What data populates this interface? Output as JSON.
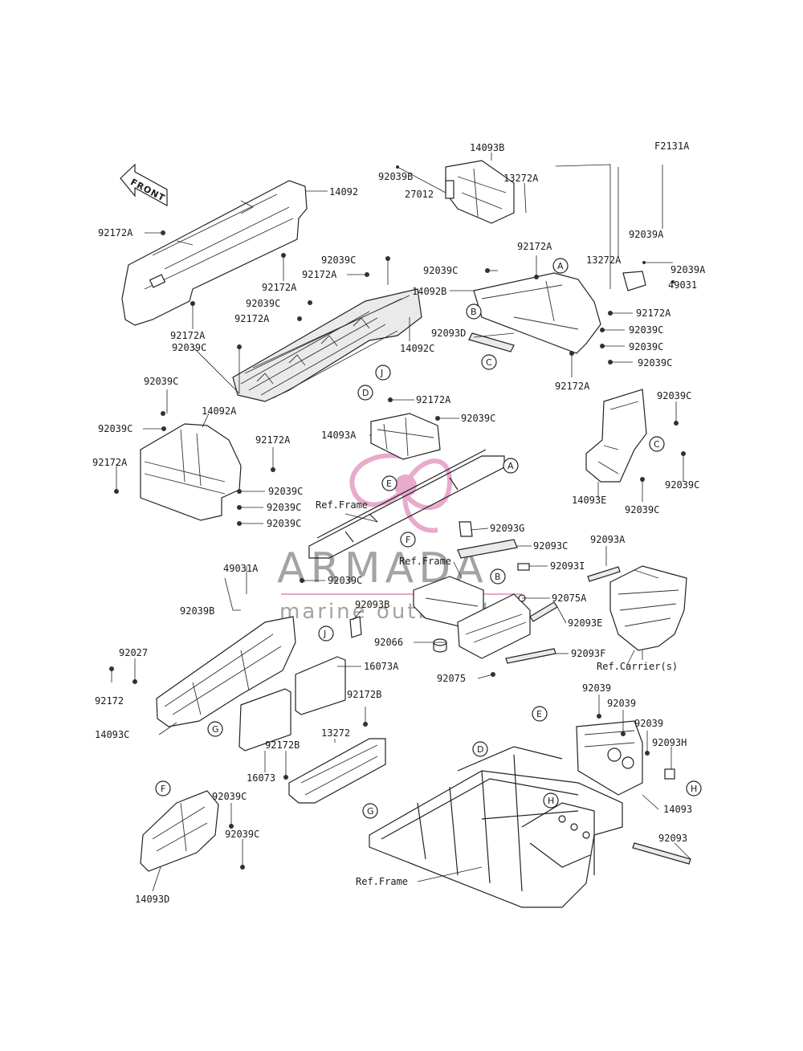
{
  "diagram_code": "F2131A",
  "front_arrow": "FRONT",
  "watermark": {
    "brand": "ARMADA",
    "tagline": "marine outboards",
    "colors": {
      "pink": "#e6a1c8",
      "gray": "#9a9a9a"
    }
  },
  "labels": {
    "p14093B": "14093B",
    "p92039B_top": "92039B",
    "p27012": "27012",
    "p13272A_top": "13272A",
    "p14092": "14092",
    "p92172A_1": "92172A",
    "p92172A_2": "92172A",
    "p92172A_3": "92172A",
    "p92039C_a": "92039C",
    "p92172A_4": "92172A",
    "p92039C_b": "92039C",
    "p92172A_5": "92172A",
    "p92039C_c": "92039C",
    "p14092C": "14092C",
    "p92039C_d": "92039C",
    "p92172A_6": "92172A",
    "p92039A_1": "92039A",
    "p13272A_r": "13272A",
    "p92039A_2": "92039A",
    "p49031": "49031",
    "p14092B": "14092B",
    "p92172A_7": "92172A",
    "p92039C_e": "92039C",
    "p92093D": "92093D",
    "p92039C_f": "92039C",
    "p92039C_g": "92039C",
    "p92172A_8": "92172A",
    "p92039C_h": "92039C",
    "p14092A": "14092A",
    "p92039C_i": "92039C",
    "p92172A_9": "92172A",
    "p92172A_10": "92172A",
    "p92039C_j": "92039C",
    "p92039C_k": "92039C",
    "p92039C_l": "92039C",
    "p92172A_11": "92172A",
    "p92039C_m": "92039C",
    "p14093A": "14093A",
    "ref_frame_1": "Ref.Frame",
    "p92039C_n": "92039C",
    "p14093E": "14093E",
    "p92039C_o": "92039C",
    "p92039C_p": "92039C",
    "p49031A": "49031A",
    "p92039B_l": "92039B",
    "p92039C_q": "92039C",
    "p92093B": "92093B",
    "p92027": "92027",
    "p92172": "92172",
    "p14093C": "14093C",
    "p16073A": "16073A",
    "p16073": "16073",
    "p92093G": "92093G",
    "p92093C": "92093C",
    "ref_frame_2": "Ref.Frame",
    "p92093I": "92093I",
    "p92075A": "92075A",
    "p92093E": "92093E",
    "p92066": "92066",
    "p92093F": "92093F",
    "p92075": "92075",
    "p92093A": "92093A",
    "ref_carrier": "Ref.Carrier(s)",
    "p92172B_1": "92172B",
    "p13272": "13272",
    "p92172B_2": "92172B",
    "p92039_1": "92039",
    "p92039_2": "92039",
    "p92039_3": "92039",
    "p92093H": "92093H",
    "p14093": "14093",
    "p92093": "92093",
    "ref_frame_3": "Ref.Frame",
    "p92039C_r": "92039C",
    "p92039C_s": "92039C",
    "p14093D": "14093D"
  },
  "callouts": {
    "A1": "A",
    "B1": "B",
    "C1": "C",
    "D1": "D",
    "J1": "J",
    "E1": "E",
    "A2": "A",
    "F1": "F",
    "C2": "C",
    "B2": "B",
    "J2": "J",
    "G1": "G",
    "E2": "E",
    "D2": "D",
    "H1": "H",
    "H2": "H",
    "G2": "G",
    "F2": "F"
  }
}
